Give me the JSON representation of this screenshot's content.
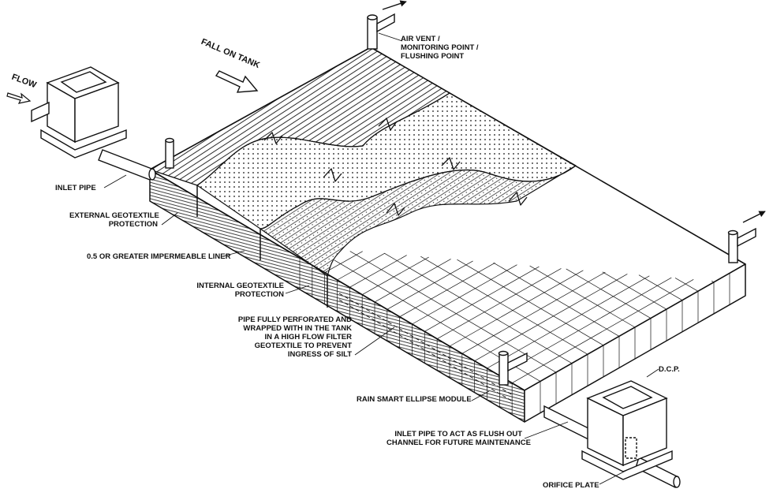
{
  "labels": {
    "flow": "FLOW",
    "fall_on_tank": "FALL ON TANK",
    "air_vent": [
      "AIR VENT /",
      "MONITORING POINT /",
      "FLUSHING POINT"
    ],
    "inlet_pipe": "INLET PIPE",
    "external_geotextile": [
      "EXTERNAL GEOTEXTILE",
      "PROTECTION"
    ],
    "impermeable_liner": "0.5 OR GREATER IMPERMEABLE LINER",
    "internal_geotextile": [
      "INTERNAL GEOTEXTILE",
      "PROTECTION"
    ],
    "perforated_pipe": [
      "PIPE FULLY PERFORATED AND",
      "WRAPPED WITH IN THE TANK",
      "IN A HIGH FLOW FILTER",
      "GEOTEXTILE TO PREVENT",
      "INGRESS OF SILT"
    ],
    "ellipse_module": "RAIN SMART ELLIPSE MODULE",
    "dcp": "D.C.P.",
    "flush_pipe": [
      "INLET PIPE TO ACT AS FLUSH OUT",
      "CHANNEL FOR FUTURE MAINTENANCE"
    ],
    "orifice_plate": "ORIFICE PLATE"
  },
  "colors": {
    "line": "#111111",
    "paper": "#ffffff"
  }
}
